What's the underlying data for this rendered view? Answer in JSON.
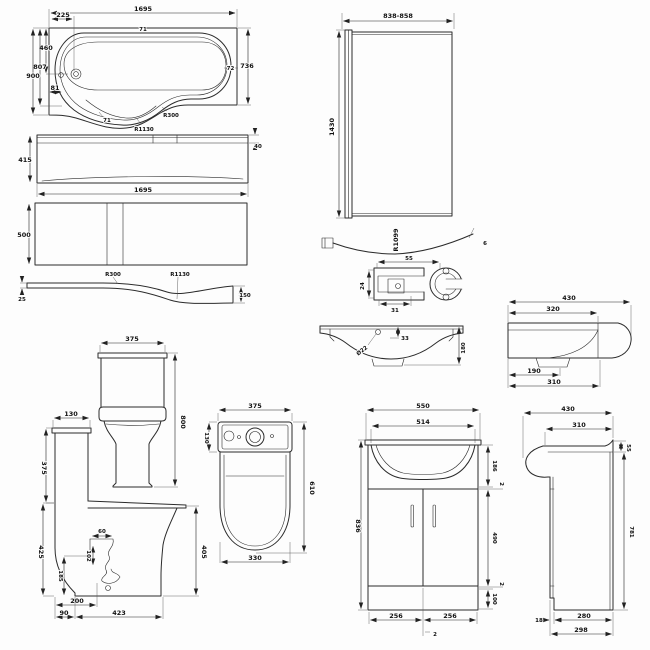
{
  "bath_plan": {
    "length": "1695",
    "tap_offset": "225",
    "rim_gap_top": "71",
    "tap_depth": "460",
    "depth_807": "807",
    "overall_depth": "900",
    "rim_gap_left": "81",
    "rim_gap_right": "72",
    "end_depth": "736",
    "corner_radius": "R300",
    "curve_radius": "R1130",
    "rim_gap_bottom": "71"
  },
  "bath_side": {
    "height": "415",
    "rim_height": "40",
    "length": "1695"
  },
  "bath_panel": {
    "height": "500"
  },
  "panel_plan": {
    "corner_radius": "R300",
    "curve_radius": "R1130",
    "end_left": "25",
    "end_right": "150"
  },
  "screen": {
    "width": "838-858",
    "height": "1430",
    "radius": "R1099",
    "glass_thickness": "6"
  },
  "hinge": {
    "width": "55",
    "depth": "24",
    "inner_width": "31"
  },
  "basin_front": {
    "tap_hole": "Ø22",
    "tap_offset": "33",
    "height": "180"
  },
  "basin_side": {
    "overall_depth": "430",
    "bowl_depth": "320",
    "trap_depth": "190",
    "depth_310": "310"
  },
  "wc_front": {
    "width": "375",
    "height": "800"
  },
  "wc_side": {
    "cistern_depth": "130",
    "cistern_height": "375",
    "pan_height": "425",
    "trap_width": "60",
    "trap_height": "102",
    "outlet_height": "185",
    "setout": "200",
    "back_gap": "90",
    "pan_depth": "423",
    "seat_height": "405"
  },
  "wc_plan": {
    "width": "375",
    "cistern_depth": "130",
    "overall_depth": "610",
    "seat_width": "330"
  },
  "vanity_front": {
    "width": "550",
    "inner_width": "514",
    "height": "836",
    "basin_section": "186",
    "gap_top": "2",
    "door_height": "490",
    "gap_bottom": "2",
    "plinth": "100",
    "door_left": "256",
    "door_right": "256",
    "center_gap": "2"
  },
  "vanity_side": {
    "overall_depth": "430",
    "top_depth": "310",
    "rim_height": "55",
    "height": "781",
    "recess": "18",
    "plinth_depth": "280",
    "depth_298": "298"
  }
}
